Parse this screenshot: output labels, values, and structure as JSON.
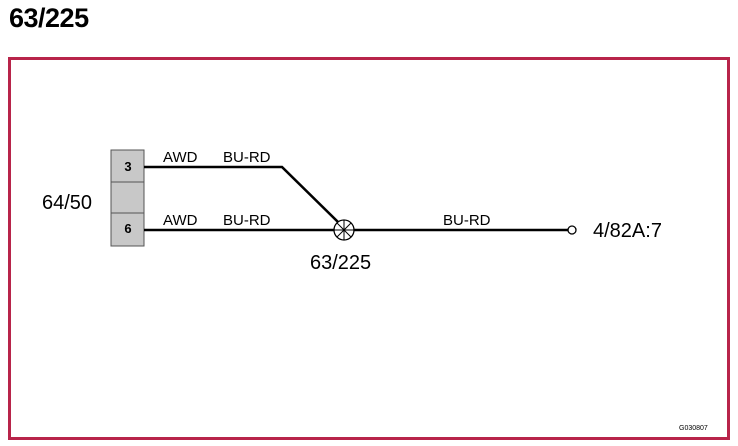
{
  "title": "63/225",
  "colors": {
    "frame": "#b8244a",
    "connector_fill": "#c8c8c8",
    "wire": "#000000"
  },
  "connector": {
    "id": "64/50",
    "pins": [
      "3",
      "",
      "6"
    ]
  },
  "wires": [
    {
      "function": "AWD",
      "color": "BU-RD"
    },
    {
      "function": "AWD",
      "color": "BU-RD"
    },
    {
      "color": "BU-RD"
    }
  ],
  "splice": {
    "id": "63/225"
  },
  "destination": "4/82A:7",
  "figure_code": "G030807"
}
